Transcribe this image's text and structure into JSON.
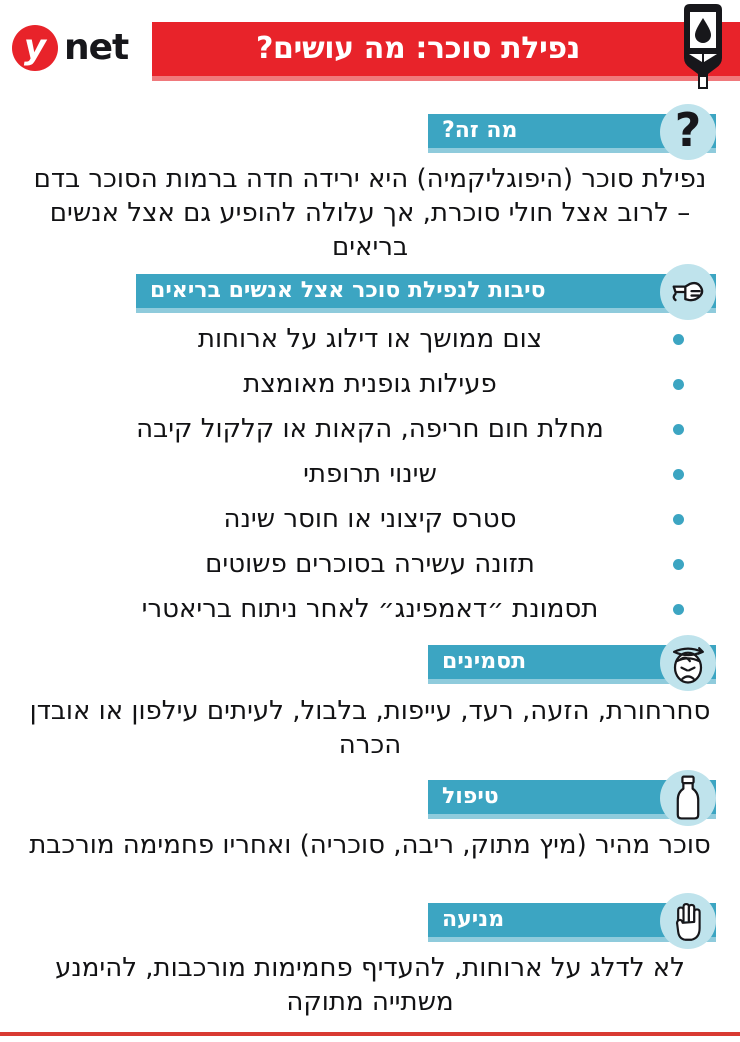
{
  "brand": {
    "logo_y": "y",
    "logo_net": "net",
    "red": "#e8232a",
    "teal": "#3ca5c2",
    "teal_light": "#bfe3ec"
  },
  "header": {
    "title": "נפילת סוכר: מה עושים?",
    "icon": "glucometer-icon"
  },
  "sections": [
    {
      "id": "what-is-it",
      "title": "מה זה?",
      "icon": "question-mark-icon",
      "type": "paragraph",
      "text": "נפילת סוכר (היפוגליקמיה) היא ירידה חדה ברמות הסוכר בדם – לרוב אצל חולי סוכרת, אך עלולה להופיע גם אצל אנשים בריאים"
    },
    {
      "id": "causes",
      "title": "סיבות לנפילת סוכר אצל אנשים בריאים",
      "icon": "pointing-hand-icon",
      "type": "list",
      "items": [
        "צום ממושך או דילוג על ארוחות",
        "פעילות גופנית מאומצת",
        "מחלת חום חריפה, הקאות או קלקול קיבה",
        "שינוי תרופתי",
        "סטרס קיצוני או חוסר שינה",
        "תזונה עשירה בסוכרים פשוטים",
        "תסמונת ״דאמפינג״ לאחר ניתוח בריאטרי"
      ]
    },
    {
      "id": "symptoms",
      "title": "תסמינים",
      "icon": "dizzy-face-icon",
      "type": "paragraph",
      "text": "סחרחורת, הזעה, רעד, עייפות, בלבול, לעיתים עילפון או אובדן הכרה"
    },
    {
      "id": "treatment",
      "title": "טיפול",
      "icon": "juice-bottle-icon",
      "type": "paragraph",
      "text": "סוכר מהיר (מיץ מתוק, ריבה, סוכריה) ואחריו פחמימה מורכבת"
    },
    {
      "id": "prevention",
      "title": "מניעה",
      "icon": "stop-hand-icon",
      "type": "paragraph",
      "text": "לא לדלג על ארוחות, להעדיף פחמימות מורכבות, להימנע משתייה מתוקה"
    }
  ]
}
